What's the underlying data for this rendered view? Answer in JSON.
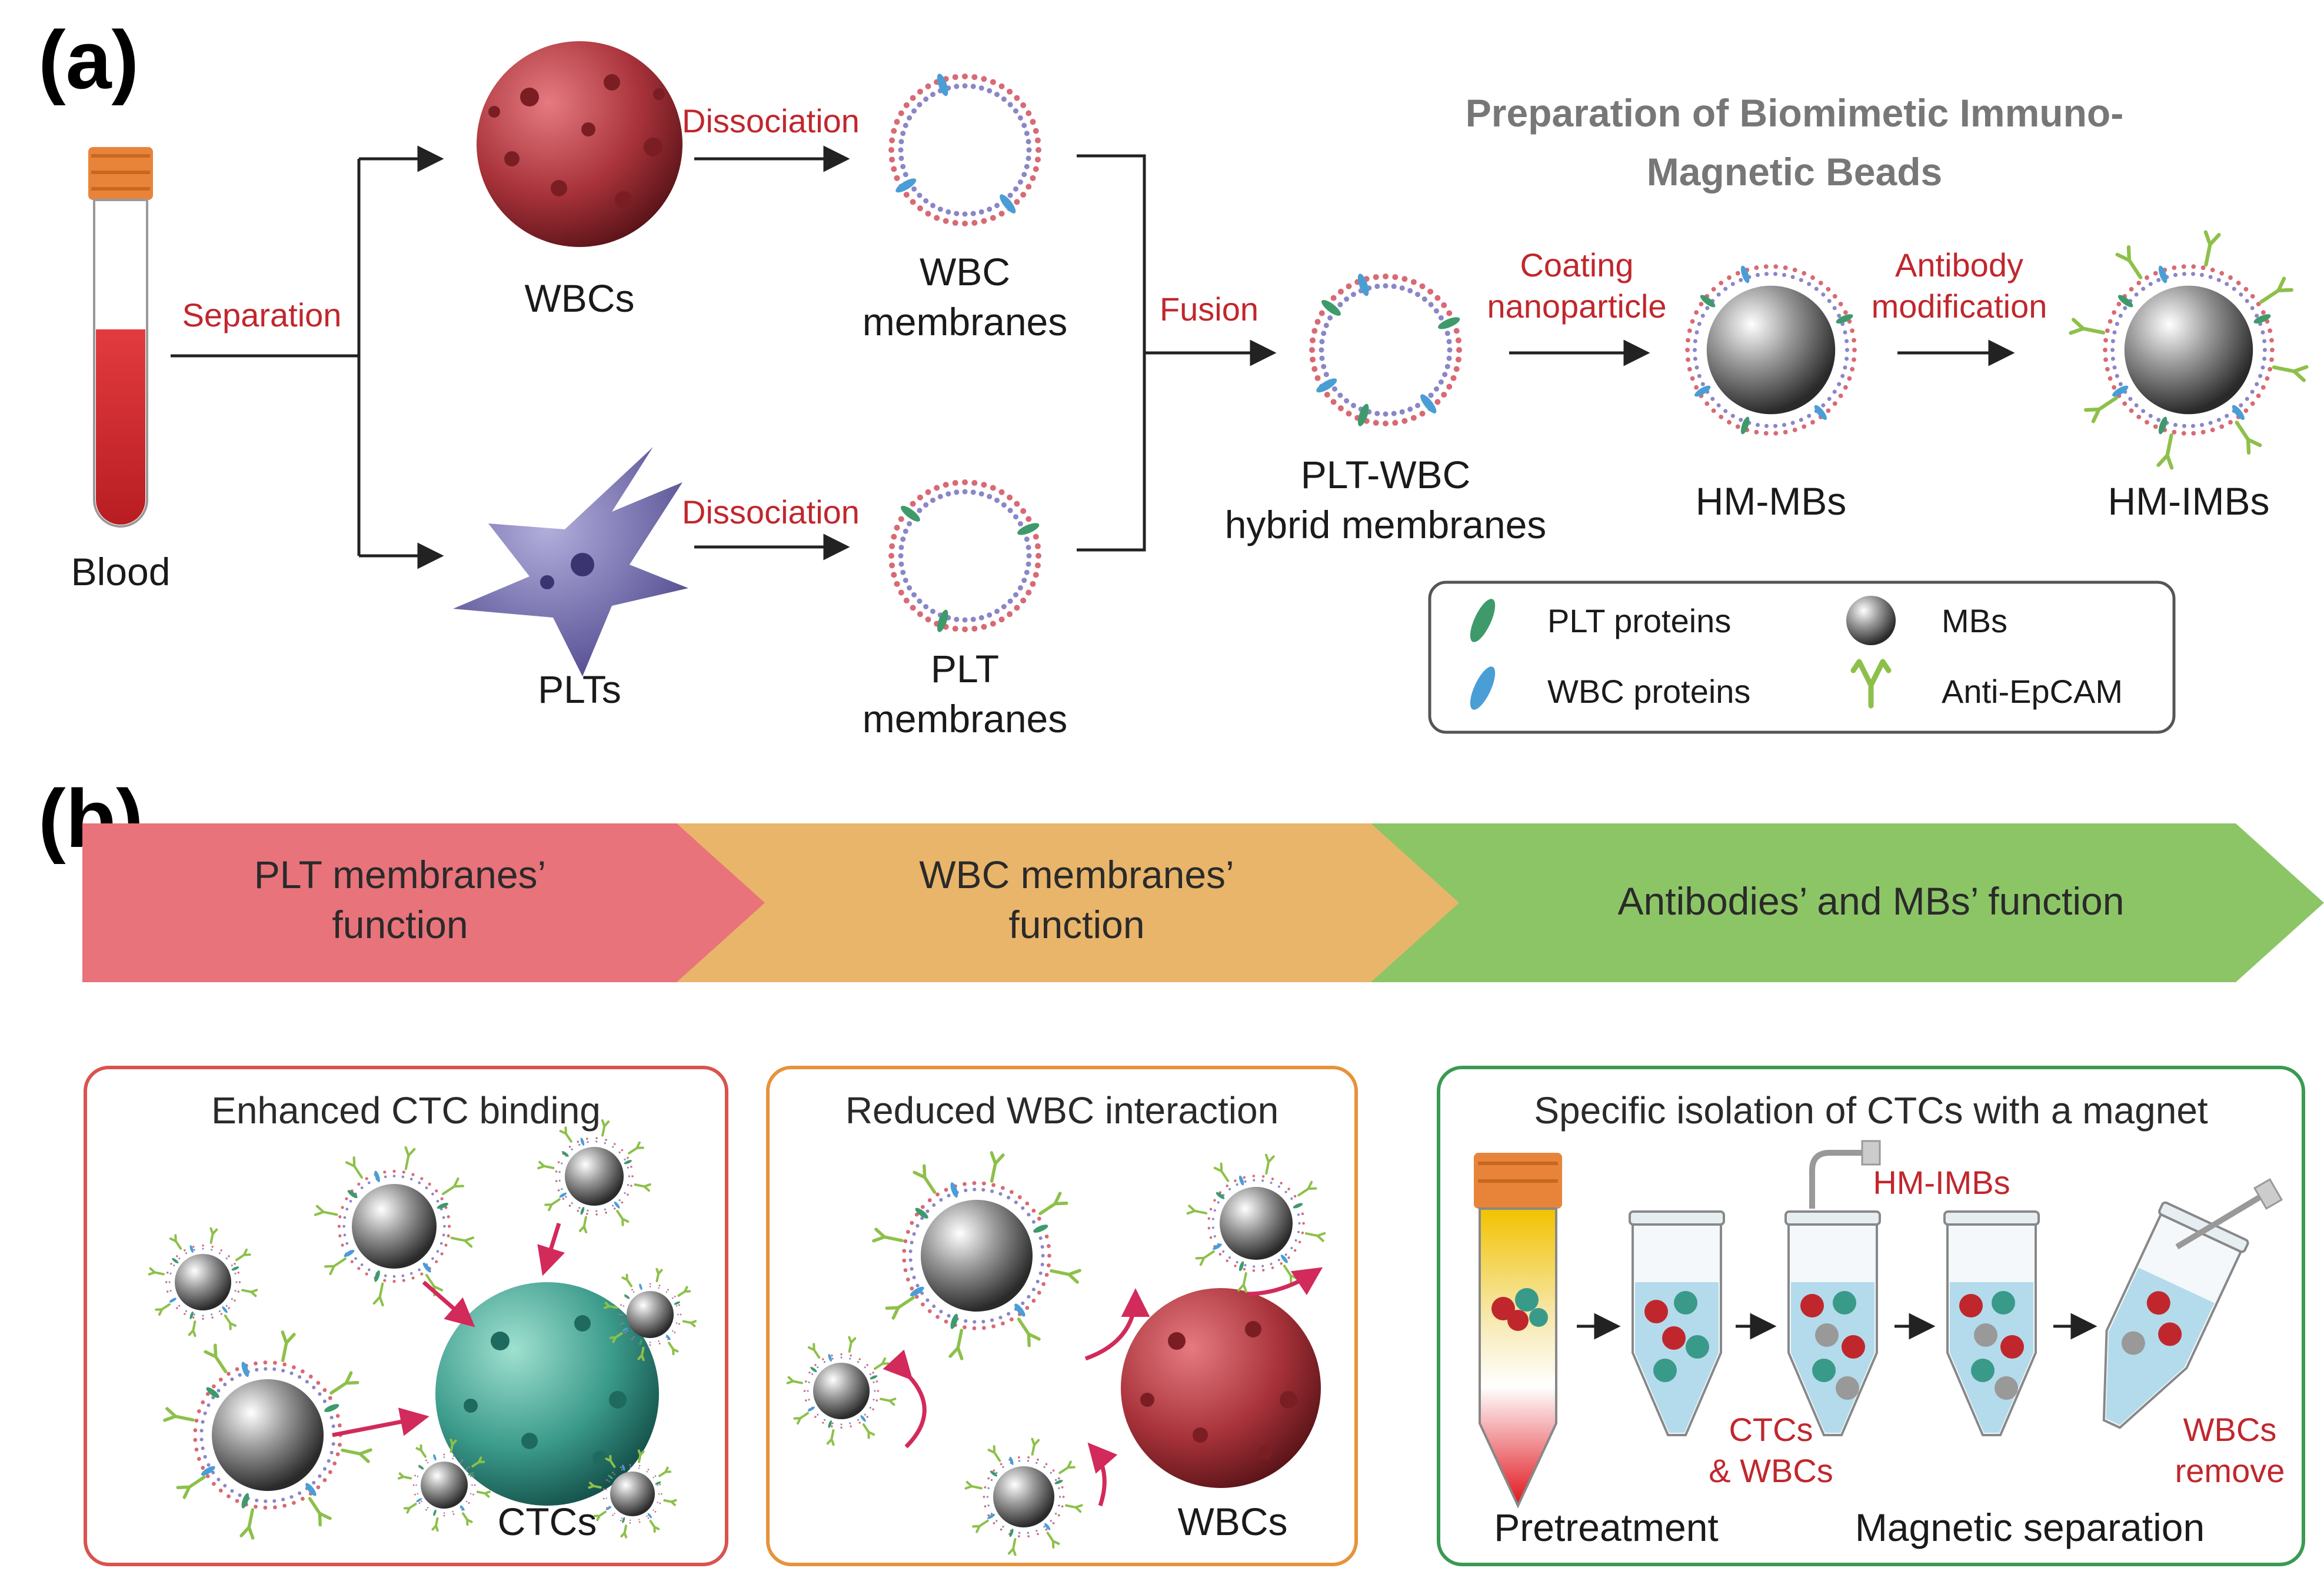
{
  "colors": {
    "red_label": "#c0272d",
    "wbc_cell": "#a8323a",
    "plt_cell": "#6e68a8",
    "ctc_cell": "#3a9a8a",
    "blood": "#d42a2e",
    "cap": "#e8843a",
    "plt_protein": "#3f9a6b",
    "wbc_protein": "#4a9ed6",
    "antibody": "#8dc04a",
    "arrow_pink": "#d22a5a",
    "band_red": "#e8737a",
    "band_orange": "#e9b56a",
    "band_green": "#8cc566",
    "box_red": "#d9534f",
    "box_orange": "#e8923a",
    "box_green": "#3a9a52"
  },
  "panel_a": {
    "label": "(a)",
    "title_line1": "Preparation of Biomimetic Immuno-",
    "title_line2": "Magnetic Beads",
    "blood": "Blood",
    "separation": "Separation",
    "wbcs": "WBCs",
    "plts": "PLTs",
    "dissociation_top": "Dissociation",
    "dissociation_bottom": "Dissociation",
    "wbc_membranes_1": "WBC",
    "wbc_membranes_2": "membranes",
    "plt_membranes_1": "PLT",
    "plt_membranes_2": "membranes",
    "fusion": "Fusion",
    "hybrid_1": "PLT-WBC",
    "hybrid_2": "hybrid membranes",
    "coating_1": "Coating",
    "coating_2": "nanoparticle",
    "hm_mbs": "HM-MBs",
    "antibody_1": "Antibody",
    "antibody_2": "modification",
    "hm_imbs": "HM-IMBs",
    "legend": {
      "plt_proteins": "PLT proteins",
      "wbc_proteins": "WBC proteins",
      "mbs": "MBs",
      "anti_epcam": "Anti-EpCAM"
    }
  },
  "panel_b": {
    "label": "(b)",
    "band1_1": "PLT membranes’",
    "band1_2": "function",
    "band2_1": "WBC membranes’",
    "band2_2": "function",
    "band3": "Antibodies’ and MBs’ function",
    "box1_title": "Enhanced CTC binding",
    "box1_ctcs": "CTCs",
    "box2_title": "Reduced WBC interaction",
    "box2_wbcs": "WBCs",
    "box3_title": "Specific isolation of CTCs with a magnet",
    "hm_imbs": "HM-IMBs",
    "ctcs_wbcs_1": "CTCs",
    "ctcs_wbcs_2": "& WBCs",
    "wbcs_remove_1": "WBCs",
    "wbcs_remove_2": "remove",
    "pretreatment": "Pretreatment",
    "magnetic_separation": "Magnetic separation"
  }
}
